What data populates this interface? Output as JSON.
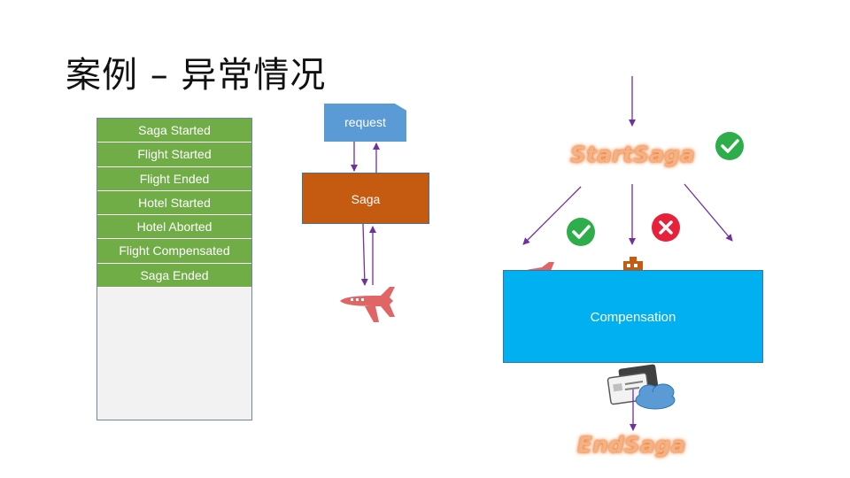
{
  "title": "案例 – 异常情况",
  "log": {
    "entries": [
      "Saga Started",
      "Flight Started",
      "Flight Ended",
      "Hotel Started",
      "Hotel Aborted",
      "Flight Compensated",
      "Saga Ended"
    ]
  },
  "diagram": {
    "request_label": "request",
    "saga_label": "Saga",
    "compensation_label": "Compensation",
    "start_saga_label": "StartSaga",
    "end_saga_label": "EndSaga"
  },
  "colors": {
    "log_green": "#70ad47",
    "request_blue": "#5b9bd5",
    "saga_orange": "#c55a11",
    "compensation_cyan": "#00b0f0",
    "arrow_purple": "#7030a0",
    "check_green": "#2ead4b",
    "cross_red": "#e8213b"
  },
  "icons": [
    "airplane-icon",
    "check-icon",
    "cross-icon",
    "hotel-icon",
    "payment-card-icon",
    "cloud-icon"
  ]
}
